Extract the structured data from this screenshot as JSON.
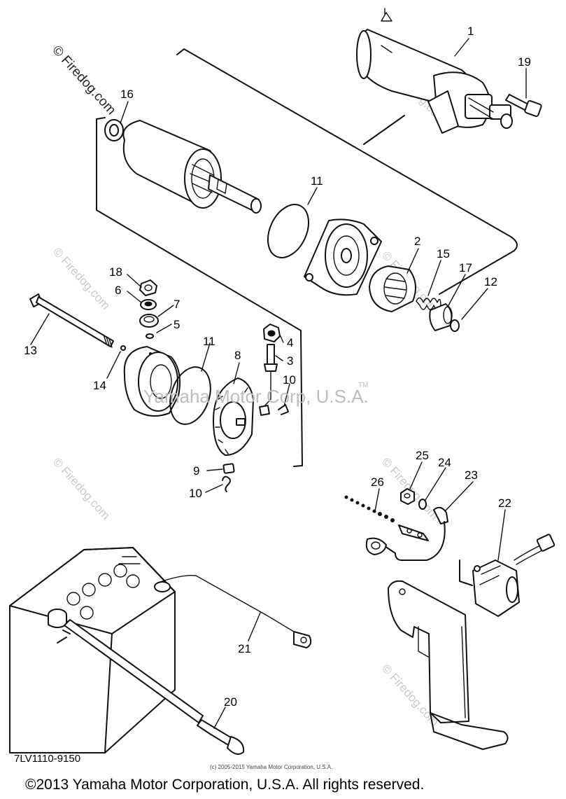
{
  "watermarks": {
    "top_left": "© Firedog.com",
    "repeated": "© Firedog.com",
    "center": "Yamaha Motor Corp, U.S.A.",
    "trademark": "TM"
  },
  "callouts": [
    "1",
    "2",
    "3",
    "4",
    "5",
    "6",
    "7",
    "8",
    "9",
    "10",
    "10",
    "11",
    "11",
    "12",
    "13",
    "14",
    "15",
    "16",
    "17",
    "18",
    "19",
    "20",
    "21",
    "22",
    "23",
    "24",
    "25",
    "26"
  ],
  "diagram_code": "7LV1110-9150",
  "source_copyright": "(c) 2005-2015 Yamaha Motor Corporation, U.S.A.",
  "copyright": "©2013 Yamaha Motor Corporation, U.S.A. All rights reserved."
}
